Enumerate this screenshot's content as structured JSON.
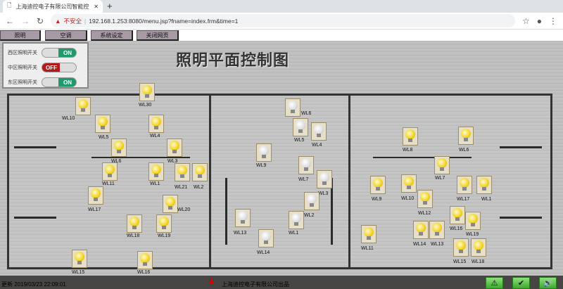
{
  "browser": {
    "tab_title": "上海迪控电子有限公司智能控制系统",
    "url_warning": "不安全",
    "url": "192.168.1.253:8080/menu.jsp?fname=index.frm&time=1"
  },
  "menu": [
    "照明",
    "空调",
    "系统设定",
    "关闭网页"
  ],
  "panel": [
    {
      "label": "西区照明开关",
      "state": "ON"
    },
    {
      "label": "中区照明开关",
      "state": "OFF"
    },
    {
      "label": "东区照明开关",
      "state": "ON"
    }
  ],
  "title": "照明平面控制图",
  "lamps_west": [
    "WL30",
    "WL10",
    "WL5",
    "WL4",
    "WL6",
    "WL3",
    "WL11",
    "WL1",
    "WL21",
    "WL2",
    "WL17",
    "WL20",
    "WL18",
    "WL19",
    "WL15",
    "WL16"
  ],
  "lamps_middle": [
    "WL6",
    "WL5",
    "WL4",
    "WL9",
    "WL7",
    "WL3",
    "WL2",
    "WL13",
    "WL1",
    "WL14"
  ],
  "lamps_east": [
    "WL8",
    "WL6",
    "WL7",
    "WL9",
    "WL10",
    "WL17",
    "WL1",
    "WL12",
    "WL16",
    "WL19",
    "WL11",
    "WL14",
    "WL13",
    "WL15",
    "WL18"
  ],
  "status": {
    "updated": "更新 2019/03/23 22:09:01",
    "company": "上海迪控电子有限公司出品"
  },
  "colors": {
    "on": "#1f9a6a",
    "off": "#b21b1b"
  }
}
